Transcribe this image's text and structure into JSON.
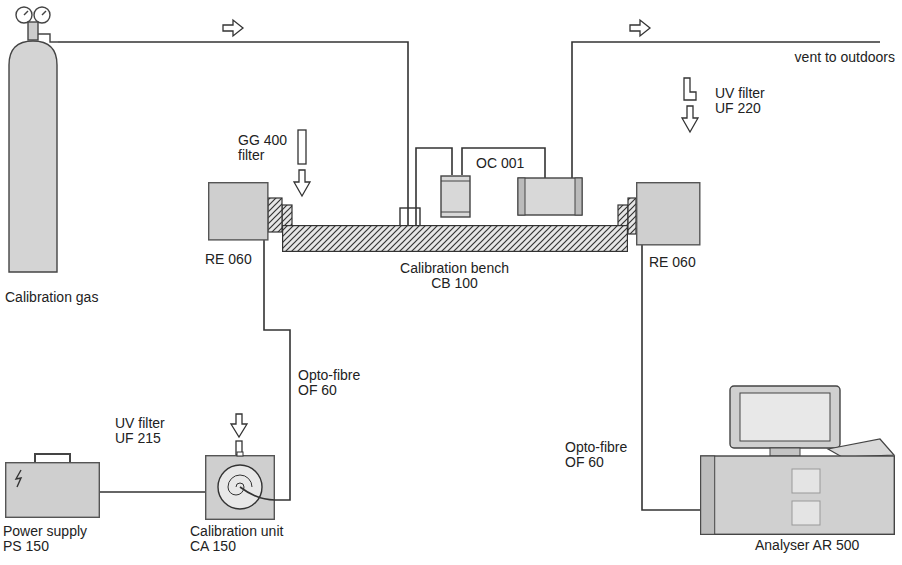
{
  "diagram": {
    "nodes": [
      {
        "text": [
          "Calibration gas"
        ]
      },
      {
        "text": [
          "RE 060"
        ]
      },
      {
        "text": [
          "Calibration bench CB 100"
        ]
      },
      {
        "text": [
          "OC 001"
        ]
      },
      {
        "text": [
          "RE 060"
        ]
      },
      {
        "text": [
          "Power supply PS 150"
        ]
      },
      {
        "text": [
          "Calibration unit CA 150"
        ]
      },
      {
        "text": [
          "Analyser AR 500"
        ]
      }
    ],
    "edges": [
      {
        "from": 0,
        "to": 2,
        "arrow": "to"
      },
      {
        "from": 2,
        "to": 3,
        "arrow": "none"
      },
      {
        "from": 1,
        "to": 6,
        "label": "Opto-fibre OF 60",
        "arrow": "none"
      },
      {
        "from": 4,
        "to": 7,
        "label": "Opto-fibre OF 60",
        "arrow": "none"
      },
      {
        "from": 5,
        "to": 6,
        "arrow": "none"
      }
    ],
    "labels": [
      "GG 400 filter",
      "UV filter UF 220",
      "UV filter UF 215",
      "vent to outdoors"
    ]
  }
}
